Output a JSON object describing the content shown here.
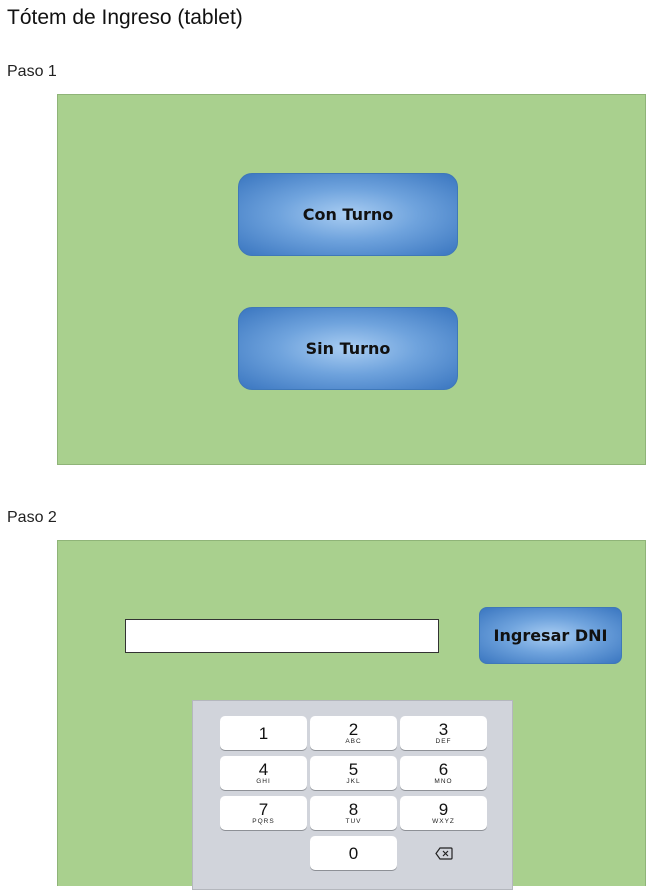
{
  "page": {
    "title": "Tótem de Ingreso (tablet)"
  },
  "step1": {
    "label": "Paso 1",
    "buttons": {
      "con_turno": "Con Turno",
      "sin_turno": "Sin Turno"
    }
  },
  "step2": {
    "label": "Paso 2",
    "dni_input": {
      "value": ""
    },
    "ingresar_dni_label": "Ingresar DNI",
    "keypad": {
      "keys": [
        {
          "num": "1",
          "letters": ""
        },
        {
          "num": "2",
          "letters": "ABC"
        },
        {
          "num": "3",
          "letters": "DEF"
        },
        {
          "num": "4",
          "letters": "GHI"
        },
        {
          "num": "5",
          "letters": "JKL"
        },
        {
          "num": "6",
          "letters": "MNO"
        },
        {
          "num": "7",
          "letters": "PQRS"
        },
        {
          "num": "8",
          "letters": "TUV"
        },
        {
          "num": "9",
          "letters": "WXYZ"
        },
        {
          "num": "0",
          "letters": ""
        }
      ],
      "backspace_icon": "backspace-icon"
    }
  },
  "colors": {
    "panel_bg": "#a9d08e",
    "button_blue": "#6fa3dd",
    "keypad_bg": "#d1d4db"
  }
}
